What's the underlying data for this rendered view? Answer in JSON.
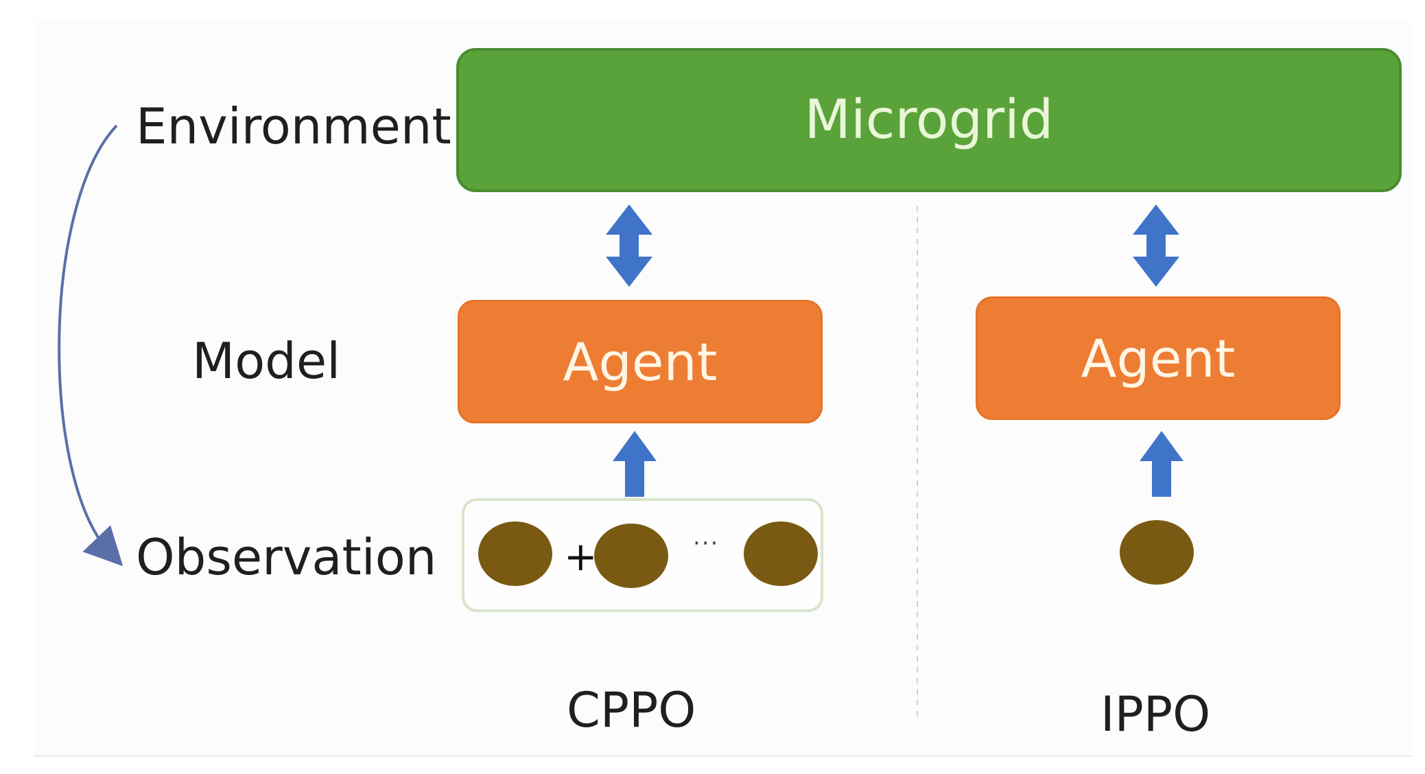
{
  "rows": {
    "environment": "Environment",
    "model": "Model",
    "observation": "Observation"
  },
  "environment_box": {
    "label": "Microgrid",
    "color": "#5aa33a"
  },
  "methods": [
    {
      "name": "CPPO",
      "agent_label": "Agent",
      "observation": {
        "dots": 3,
        "joiner": "+",
        "continuation": "···"
      }
    },
    {
      "name": "IPPO",
      "agent_label": "Agent",
      "observation": {
        "dots": 1
      }
    }
  ],
  "colors": {
    "agent": "#ee7d34",
    "arrow": "#3f74c9",
    "observation_dot": "#7a5a12",
    "cycle_arrow": "#5a6fa8"
  }
}
